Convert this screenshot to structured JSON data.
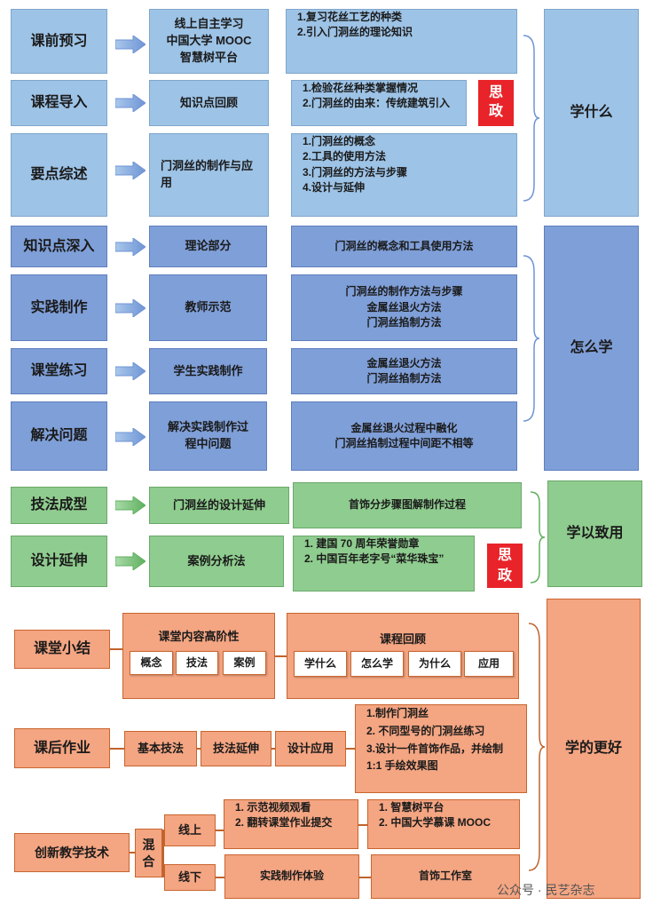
{
  "sections": {
    "learn_what": {
      "label": "学什么",
      "rows": [
        {
          "step": "课前预习",
          "method": [
            "线上自主学习",
            "中国大学 MOOC",
            "智慧树平台"
          ],
          "content": [
            "1.复习花丝工艺的种类",
            "2.引入门洞丝的理论知识"
          ]
        },
        {
          "step": "课程导入",
          "method": [
            "知识点回顾"
          ],
          "content": [
            "1.检验花丝种类掌握情况",
            "2.门洞丝的由来：传统建筑引入"
          ],
          "badge": "思政"
        },
        {
          "step": "要点综述",
          "method": [
            "门洞丝的制作与应",
            "用"
          ],
          "content": [
            "1.门洞丝的概念",
            "2.工具的使用方法",
            "3.门洞丝的方法与步骤",
            "4.设计与延伸"
          ]
        }
      ]
    },
    "learn_how": {
      "label": "怎么学",
      "rows": [
        {
          "step": "知识点深入",
          "method": [
            "理论部分"
          ],
          "content": [
            "门洞丝的概念和工具使用方法"
          ]
        },
        {
          "step": "实践制作",
          "method": [
            "教师示范"
          ],
          "content": [
            "门洞丝的制作方法与步骤",
            "金属丝退火方法",
            "门洞丝掐制方法"
          ]
        },
        {
          "step": "课堂练习",
          "method": [
            "学生实践制作"
          ],
          "content": [
            "金属丝退火方法",
            "门洞丝掐制方法"
          ]
        },
        {
          "step": "解决问题",
          "method": [
            "解决实践制作过",
            "程中问题"
          ],
          "content": [
            "金属丝退火过程中融化",
            "门洞丝掐制过程中间距不相等"
          ]
        }
      ]
    },
    "apply": {
      "label": "学以致用",
      "rows": [
        {
          "step": "技法成型",
          "method": [
            "门洞丝的设计延伸"
          ],
          "content": [
            "首饰分步骤图解制作过程"
          ]
        },
        {
          "step": "设计延伸",
          "method": [
            "案例分析法"
          ],
          "content": [
            "1.   建国 70 周年荣誉勋章",
            "2.   中国百年老字号“菜华珠宝”"
          ],
          "badge": "思政"
        }
      ]
    },
    "learn_better": {
      "label": "学的更好",
      "summary": {
        "step": "课堂小结",
        "group_title": "课堂内容高阶性",
        "group_items": [
          "概念",
          "技法",
          "案例"
        ],
        "review_title": "课程回顾",
        "review_items": [
          "学什么",
          "怎么学",
          "为什么",
          "应用"
        ]
      },
      "homework": {
        "step": "课后作业",
        "items": [
          "基本技法",
          "技法延伸",
          "设计应用"
        ],
        "content": [
          "1.制作门洞丝",
          "2. 不同型号的门洞丝练习",
          "3.设计一件首饰作品，并绘制",
          "1:1 手绘效果图"
        ]
      },
      "innovation": {
        "step": "创新教学技术",
        "mix": "混合",
        "online": {
          "label": "线上",
          "content": [
            "1.   示范视频观看",
            "2.   翻转课堂作业提交"
          ],
          "platforms": [
            "1.   智慧树平台",
            "2.   中国大学慕课 MOOC"
          ]
        },
        "offline": {
          "label": "线下",
          "content": "实践制作体验",
          "place": "首饰工作室"
        }
      }
    }
  },
  "watermark": "公众号 · 民艺杂志",
  "colors": {
    "blue": "#9dc3e6",
    "green": "#8fcc8f",
    "orange": "#f4a582",
    "red": "#e8242a"
  }
}
